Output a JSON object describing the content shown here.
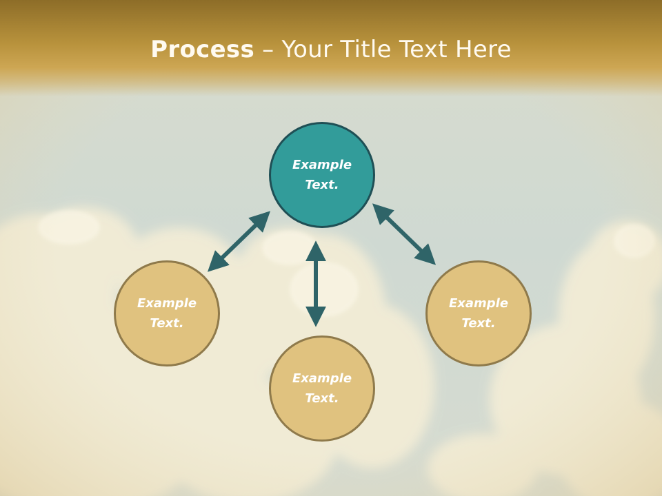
{
  "title": {
    "bold": "Process",
    "dash": " – ",
    "rest": "Your Title Text Here"
  },
  "nodes": [
    {
      "id": "top",
      "line1": "Example",
      "line2": "Text."
    },
    {
      "id": "left",
      "line1": "Example",
      "line2": "Text."
    },
    {
      "id": "bottom",
      "line1": "Example",
      "line2": "Text."
    },
    {
      "id": "right",
      "line1": "Example",
      "line2": "Text."
    }
  ],
  "colors": {
    "header": "#b8923c",
    "accent_teal": "#329c9a",
    "node_tan": "#e0c27f",
    "arrow": "#2f6468"
  }
}
